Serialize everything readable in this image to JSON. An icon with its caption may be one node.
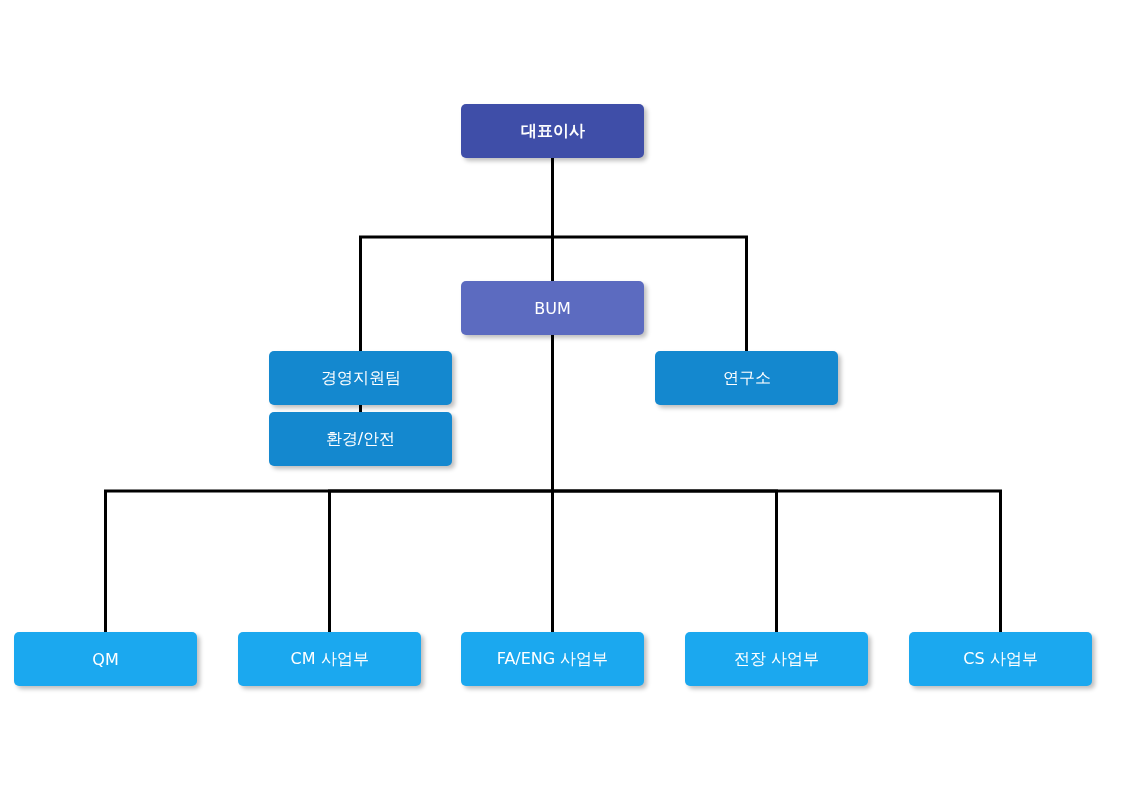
{
  "diagram": {
    "nodes": [
      {
        "text": [
          "대표이사"
        ]
      },
      {
        "text": [
          "BUM"
        ]
      },
      {
        "text": [
          "경영지원팀"
        ]
      },
      {
        "text": [
          "환경/안전"
        ]
      },
      {
        "text": [
          "연구소"
        ]
      },
      {
        "text": [
          "QM"
        ]
      },
      {
        "text": [
          "CM 사업부"
        ]
      },
      {
        "text": [
          "FA/ENG 사업부"
        ]
      },
      {
        "text": [
          "전장 사업부"
        ]
      },
      {
        "text": [
          "CS 사업부"
        ]
      }
    ],
    "edges": [
      {
        "from": 0,
        "to": 1,
        "arrow": "none"
      },
      {
        "from": 0,
        "to": 2,
        "arrow": "none"
      },
      {
        "from": 0,
        "to": 4,
        "arrow": "none"
      },
      {
        "from": 2,
        "to": 3,
        "arrow": "none"
      },
      {
        "from": 1,
        "to": 5,
        "arrow": "none"
      },
      {
        "from": 1,
        "to": 6,
        "arrow": "none"
      },
      {
        "from": 1,
        "to": 7,
        "arrow": "none"
      },
      {
        "from": 1,
        "to": 8,
        "arrow": "none"
      },
      {
        "from": 1,
        "to": 9,
        "arrow": "none"
      }
    ]
  }
}
